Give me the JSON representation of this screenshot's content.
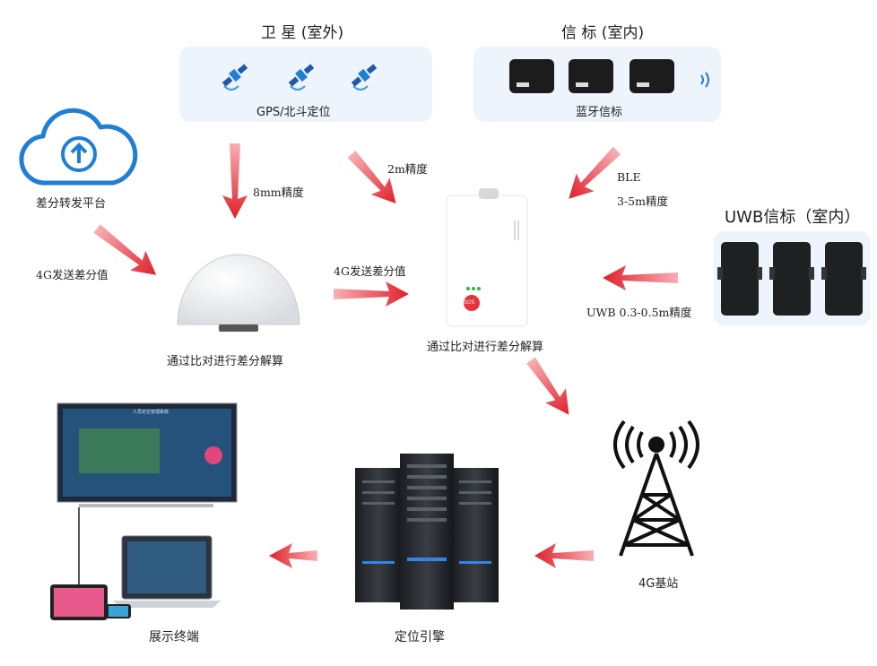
{
  "satellite": {
    "title": "卫 星 (室外)",
    "caption": "GPS/北斗定位"
  },
  "beacon": {
    "title": "信 标 (室内)",
    "caption": "蓝牙信标"
  },
  "uwb": {
    "title": "UWB信标（室内）"
  },
  "cloud": {
    "label": "差分转发平台"
  },
  "arrows": {
    "cloud_to_dome": "4G发送差分值",
    "sat_to_dome": "8mm精度",
    "sat_to_tag": "2m精度",
    "ble_line1": "BLE",
    "ble_line2": "3-5m精度",
    "dome_to_tag": "4G发送差分值",
    "uwb_to_tag": "UWB 0.3-0.5m精度"
  },
  "dome": {
    "caption": "通过比对进行差分解算"
  },
  "tag": {
    "caption": "通过比对进行差分解算",
    "sos": "SOS"
  },
  "tower": {
    "caption": "4G基站"
  },
  "server": {
    "caption": "定位引擎"
  },
  "display": {
    "caption": "展示终端",
    "screen_title": "人员定位管理系统"
  },
  "colors": {
    "arrow": "#e8323c",
    "panel": "#eef4fb",
    "icon_blue": "#1f7ed6"
  }
}
